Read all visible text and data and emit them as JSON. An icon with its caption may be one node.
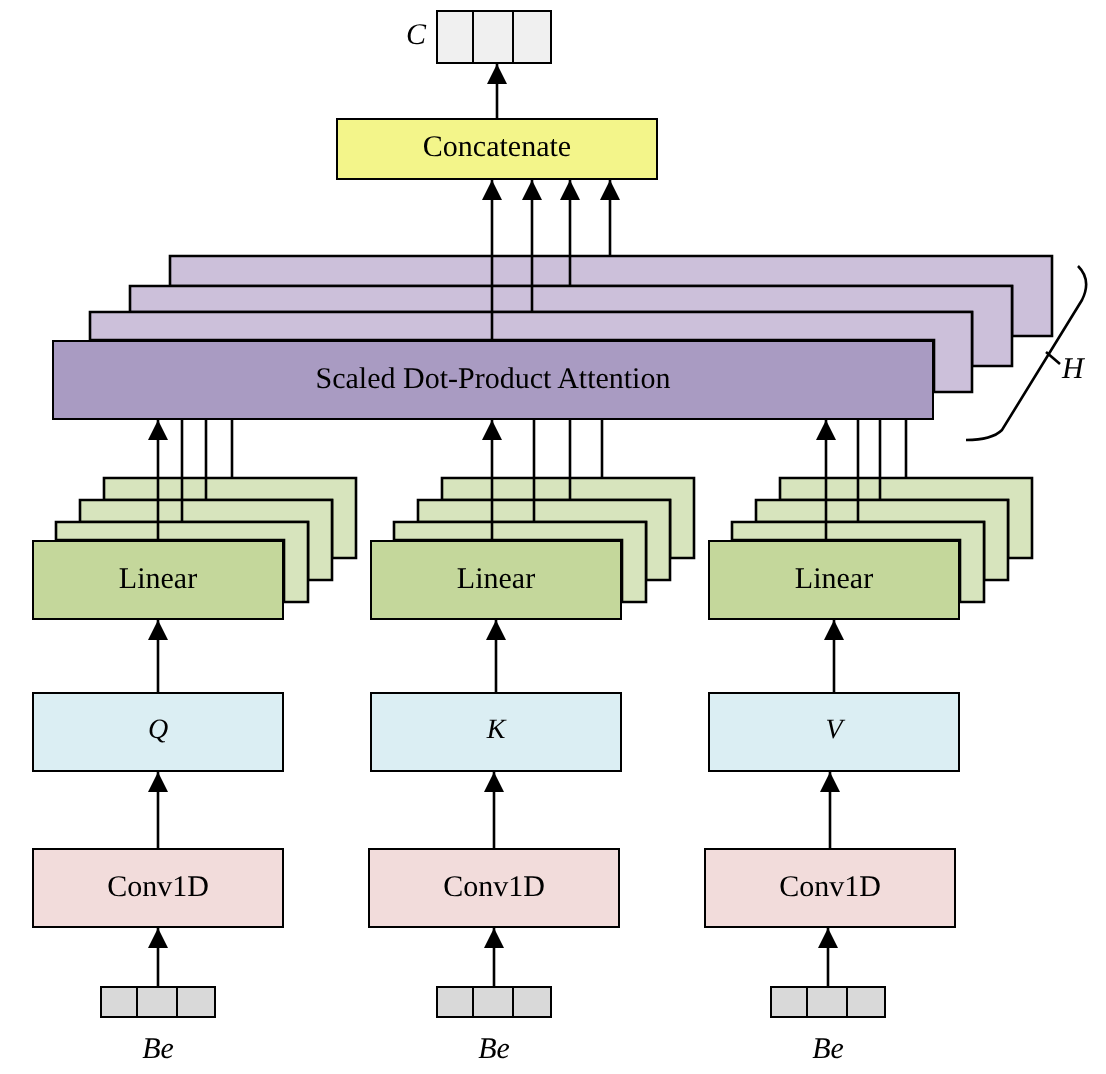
{
  "diagram": {
    "nodes": [
      {
        "text": [],
        "shape": "bar",
        "beside": [
          "C"
        ]
      },
      {
        "text": [
          "Concatenate"
        ]
      },
      {
        "text": [
          "Scaled Dot-Product Attention"
        ]
      },
      {
        "text": [
          "Linear"
        ]
      },
      {
        "text": [
          "Linear"
        ]
      },
      {
        "text": [
          "Linear"
        ]
      },
      {
        "text": [
          "Q"
        ]
      },
      {
        "text": [
          "K"
        ]
      },
      {
        "text": [
          "V"
        ]
      },
      {
        "text": [
          "Conv1D"
        ]
      },
      {
        "text": [
          "Conv1D"
        ]
      },
      {
        "text": [
          "Conv1D"
        ]
      },
      {
        "text": [],
        "shape": "bar",
        "beside": [
          "Be"
        ]
      },
      {
        "text": [],
        "shape": "bar",
        "beside": [
          "Be"
        ]
      },
      {
        "text": [],
        "shape": "bar",
        "beside": [
          "Be"
        ]
      }
    ],
    "edges": [
      {
        "from": 1,
        "to": 0,
        "arrow": "to"
      },
      {
        "from": 2,
        "to": 1,
        "arrow": "to"
      },
      {
        "from": 2,
        "to": 1,
        "arrow": "to"
      },
      {
        "from": 2,
        "to": 1,
        "arrow": "to"
      },
      {
        "from": 2,
        "to": 1,
        "arrow": "to"
      },
      {
        "from": 3,
        "to": 2,
        "arrow": "to"
      },
      {
        "from": 3,
        "to": 2,
        "arrow": "none"
      },
      {
        "from": 3,
        "to": 2,
        "arrow": "none"
      },
      {
        "from": 3,
        "to": 2,
        "arrow": "none"
      },
      {
        "from": 4,
        "to": 2,
        "arrow": "to"
      },
      {
        "from": 4,
        "to": 2,
        "arrow": "none"
      },
      {
        "from": 4,
        "to": 2,
        "arrow": "none"
      },
      {
        "from": 4,
        "to": 2,
        "arrow": "none"
      },
      {
        "from": 5,
        "to": 2,
        "arrow": "to"
      },
      {
        "from": 5,
        "to": 2,
        "arrow": "none"
      },
      {
        "from": 5,
        "to": 2,
        "arrow": "none"
      },
      {
        "from": 5,
        "to": 2,
        "arrow": "none"
      },
      {
        "from": 6,
        "to": 3,
        "arrow": "to"
      },
      {
        "from": 7,
        "to": 4,
        "arrow": "to"
      },
      {
        "from": 8,
        "to": 5,
        "arrow": "to"
      },
      {
        "from": 9,
        "to": 6,
        "arrow": "to"
      },
      {
        "from": 10,
        "to": 7,
        "arrow": "to"
      },
      {
        "from": 11,
        "to": 8,
        "arrow": "to"
      },
      {
        "from": 12,
        "to": 9,
        "arrow": "to"
      },
      {
        "from": 13,
        "to": 10,
        "arrow": "to"
      },
      {
        "from": 14,
        "to": 11,
        "arrow": "to"
      }
    ],
    "labels": [
      "H"
    ]
  }
}
